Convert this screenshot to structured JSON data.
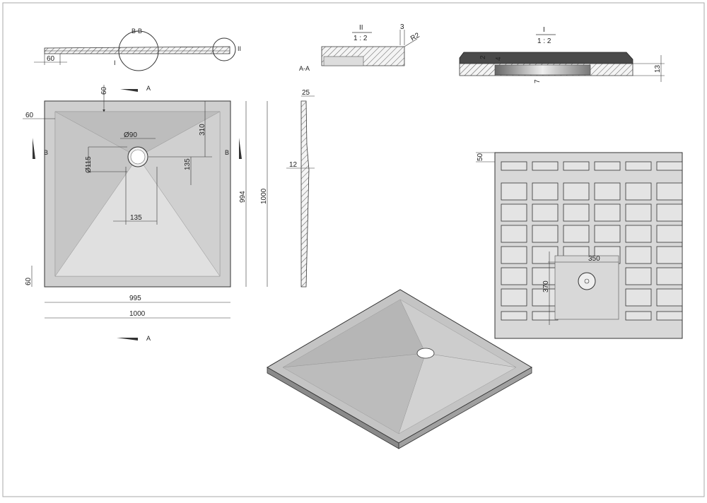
{
  "colors": {
    "tray_fill": "#c8c8c8",
    "tray_light": "#dcdcdc",
    "tray_dark": "#a6a6a6",
    "line": "#333333",
    "hatch": "#555555",
    "section_dark": "#4a4a4a"
  },
  "section_bb": {
    "label": "B-B",
    "detail_marker": "I",
    "detail_marker_right": "II",
    "dim_left": "60"
  },
  "detail_2": {
    "title": "II",
    "scale": "1 : 2",
    "dim_top": "3",
    "dim_radius": "R2"
  },
  "detail_1": {
    "title": "I",
    "scale": "1 : 2",
    "dim_2": "2",
    "dim_4": "4",
    "dim_7": "7",
    "dim_13": "13"
  },
  "top_view": {
    "cut_a_label": "A",
    "cut_b_label": "B",
    "dims": {
      "top_60": "60",
      "left_60": "60",
      "bottom_60": "60",
      "drain_dia": "Ø90",
      "drain_outer_dia": "Ø115",
      "drain_y": "310",
      "drain_135_v": "135",
      "drain_135_h": "135",
      "inner_994": "994",
      "outer_1000_v": "1000",
      "inner_995": "995",
      "outer_1000_h": "1000"
    }
  },
  "section_aa": {
    "label": "A-A",
    "dim_thickness": "25",
    "dim_edge": "12"
  },
  "bottom_view": {
    "dims": {
      "rib_50": "50",
      "drain_x": "350",
      "drain_y": "370"
    }
  }
}
